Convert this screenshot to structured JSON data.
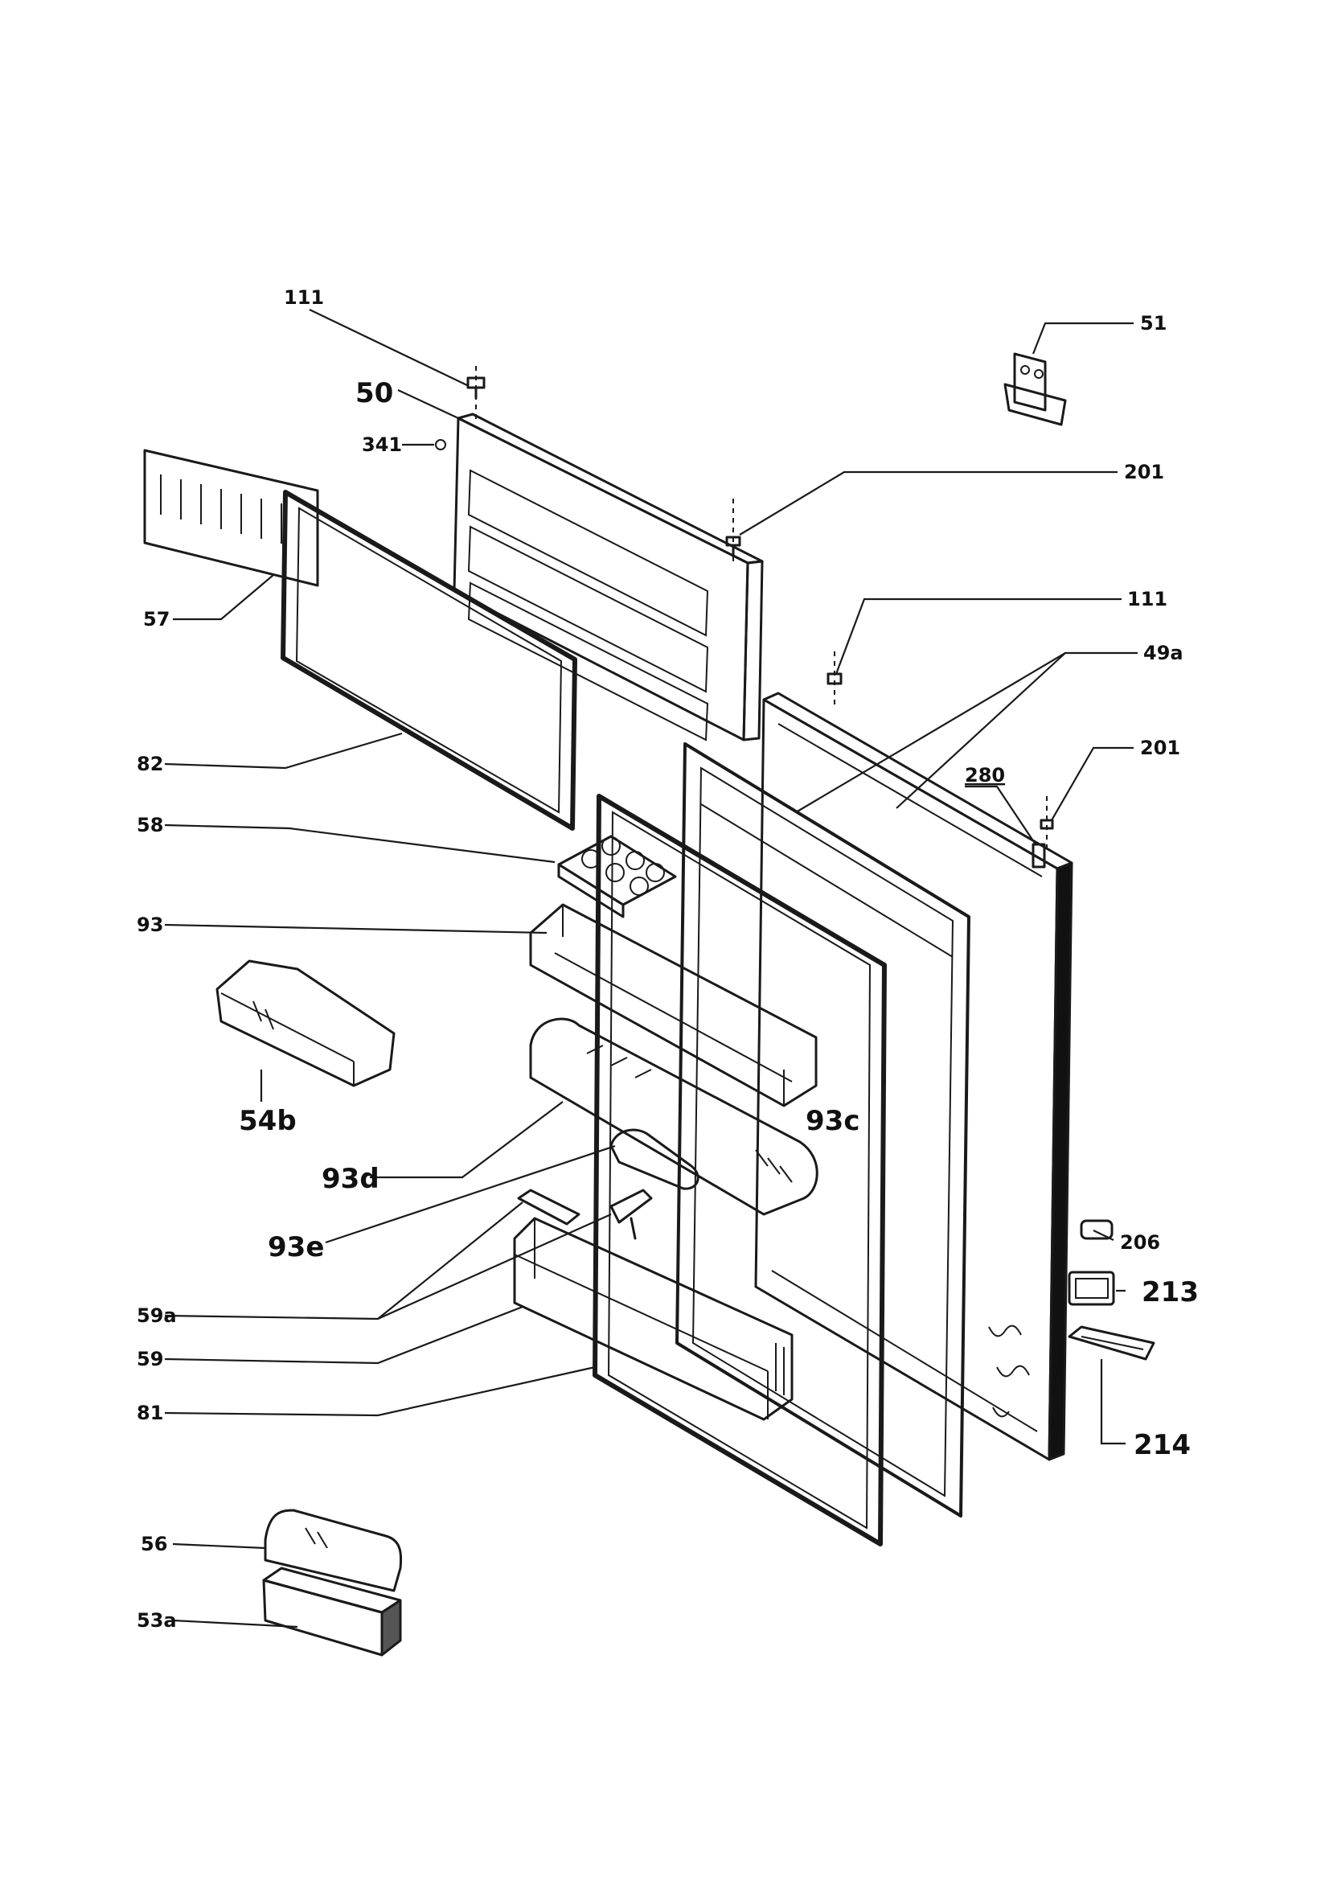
{
  "labels": {
    "l111a": "111",
    "l50": "50",
    "l341": "341",
    "l51": "51",
    "l201a": "201",
    "l57": "57",
    "l111b": "111",
    "l49a": "49a",
    "l82": "82",
    "l201b": "201",
    "l280": "280",
    "l58": "58",
    "l93": "93",
    "l54b": "54b",
    "l93c": "93c",
    "l93d": "93d",
    "l93e": "93e",
    "l206": "206",
    "l213": "213",
    "l59a": "59a",
    "l59": "59",
    "l214": "214",
    "l81": "81",
    "l56": "56",
    "l53a": "53a"
  }
}
